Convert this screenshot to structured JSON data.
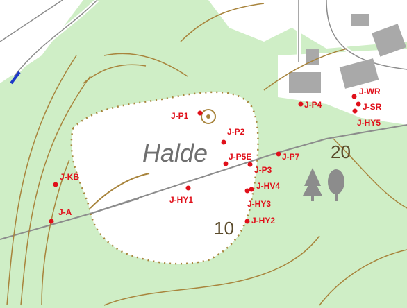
{
  "map": {
    "place_name": "Halde",
    "contour_labels": [
      "20",
      "10"
    ],
    "colors": {
      "forest": "#cfeec6",
      "clearing": "#ffffff",
      "contour": "#a8843c",
      "road": "#8c8c8c",
      "building": "#a9a9a9",
      "label": "#e0101a",
      "water": "#1d39c8"
    },
    "points": [
      {
        "id": "J-P1",
        "label": "J-P1"
      },
      {
        "id": "J-P2",
        "label": "J-P2"
      },
      {
        "id": "J-P4",
        "label": "J-P4"
      },
      {
        "id": "J-WR",
        "label": "J-WR"
      },
      {
        "id": "J-SR",
        "label": "J-SR"
      },
      {
        "id": "J-HY5",
        "label": "J-HY5"
      },
      {
        "id": "J-P5E",
        "label": "J-P5E"
      },
      {
        "id": "J-P7",
        "label": "J-P7"
      },
      {
        "id": "J-P3",
        "label": "J-P3"
      },
      {
        "id": "J-KB",
        "label": "J-KB"
      },
      {
        "id": "J-HV4",
        "label": "J-HV4"
      },
      {
        "id": "J-HY1",
        "label": "J-HY1"
      },
      {
        "id": "J-HY3",
        "label": "J-HY3"
      },
      {
        "id": "J-A",
        "label": "J-A"
      },
      {
        "id": "J-HY2",
        "label": "J-HY2"
      }
    ],
    "symbols": [
      "conifer-tree-icon",
      "deciduous-tree-icon",
      "monument-icon"
    ]
  }
}
